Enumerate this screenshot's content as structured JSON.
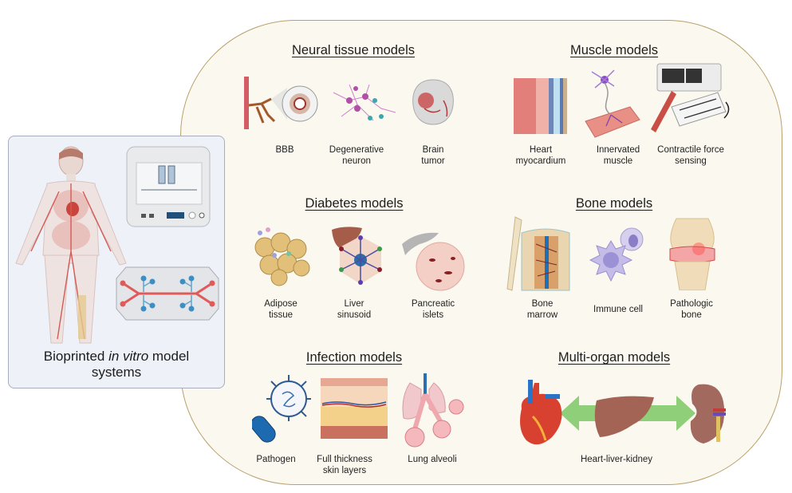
{
  "left_panel": {
    "caption_pre": "Bioprinted ",
    "caption_italic": "in vitro",
    "caption_post": " model",
    "caption_line2": "systems",
    "icons": [
      "human-body-icon",
      "bioprinter-icon",
      "organ-on-chip-icon"
    ]
  },
  "sections": {
    "neural": {
      "title": "Neural tissue models",
      "items": [
        {
          "line1": "BBB",
          "line2": ""
        },
        {
          "line1": "Degenerative",
          "line2": "neuron"
        },
        {
          "line1": "Brain",
          "line2": "tumor"
        }
      ]
    },
    "muscle": {
      "title": "Muscle models",
      "items": [
        {
          "line1": "Heart",
          "line2": "myocardium"
        },
        {
          "line1": "Innervated",
          "line2": "muscle"
        },
        {
          "line1": "Contractile force",
          "line2": "sensing"
        }
      ]
    },
    "diabetes": {
      "title": "Diabetes models",
      "items": [
        {
          "line1": "Adipose",
          "line2": "tissue"
        },
        {
          "line1": "Liver",
          "line2": "sinusoid"
        },
        {
          "line1": "Pancreatic",
          "line2": "islets"
        }
      ]
    },
    "bone": {
      "title": "Bone models",
      "items": [
        {
          "line1": "Bone",
          "line2": "marrow"
        },
        {
          "line1": "Immune cell",
          "line2": ""
        },
        {
          "line1": "Pathologic",
          "line2": "bone"
        }
      ]
    },
    "infection": {
      "title": "Infection models",
      "items": [
        {
          "line1": "Pathogen",
          "line2": ""
        },
        {
          "line1": "Full thickness",
          "line2": "skin layers"
        },
        {
          "line1": "Lung alveoli",
          "line2": ""
        }
      ]
    },
    "multi_organ": {
      "title": "Multi-organ models",
      "items": [
        {
          "line1": "Heart-liver-kidney",
          "line2": ""
        }
      ]
    }
  },
  "colors": {
    "panel_bg": "#fbf9ef",
    "panel_border": "#b8a06a",
    "left_panel_bg": "#eef1f8",
    "arrow_green": "#8fcf7a",
    "tissue_red": "#c94a4a",
    "channel_blue": "#3b8fc4"
  }
}
